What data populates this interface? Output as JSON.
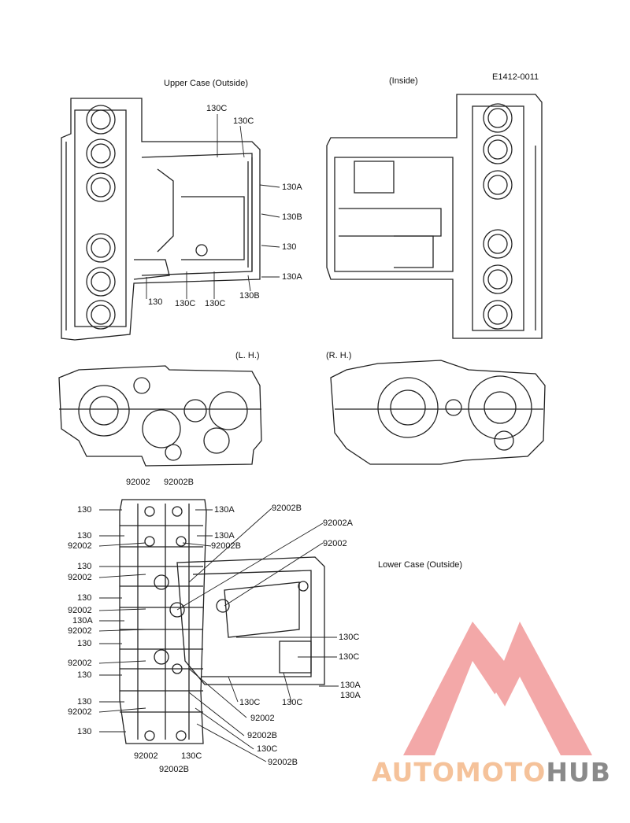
{
  "headings": {
    "upper_case_outside": "Upper Case (Outside)",
    "inside": "(Inside)",
    "part_code": "E1412-0011",
    "lh": "(L. H.)",
    "rh": "(R. H.)",
    "lower_case_outside": "Lower Case (Outside)"
  },
  "upper_labels": {
    "a1": "130C",
    "a2": "130C",
    "a3": "130A",
    "a4": "130B",
    "a5": "130",
    "a6": "130A",
    "a7": "130B",
    "a8": "130",
    "a9": "130C",
    "a10": "130C"
  },
  "lower_labels": {
    "top1": "92002",
    "top2": "92002B",
    "top3": "130A",
    "top4": "92002B",
    "l1": "130",
    "l2": "130",
    "l3": "92002",
    "l4": "130",
    "l5": "92002",
    "l6": "130",
    "l7": "92002",
    "l8": "130A",
    "l9": "92002",
    "l10": "130",
    "l11": "92002",
    "l12": "130",
    "l13": "130",
    "l14": "92002",
    "l15": "130",
    "r1": "130A",
    "r2": "92002B",
    "r3": "92002A",
    "r4": "92002",
    "r5": "130C",
    "r6": "130C",
    "r7": "130A",
    "r8": "130A",
    "b1": "130C",
    "b2": "130C",
    "b3": "92002",
    "b4": "92002B",
    "b5": "130C",
    "b6": "92002B",
    "b7": "92002",
    "b8": "130C",
    "b9": "92002B"
  },
  "watermark": {
    "part1": "AUTOMOTO",
    "part2": "HUB",
    "color1": "#f5c29a",
    "color2": "#8a8a8a",
    "logo_color": "#f08c8c"
  }
}
